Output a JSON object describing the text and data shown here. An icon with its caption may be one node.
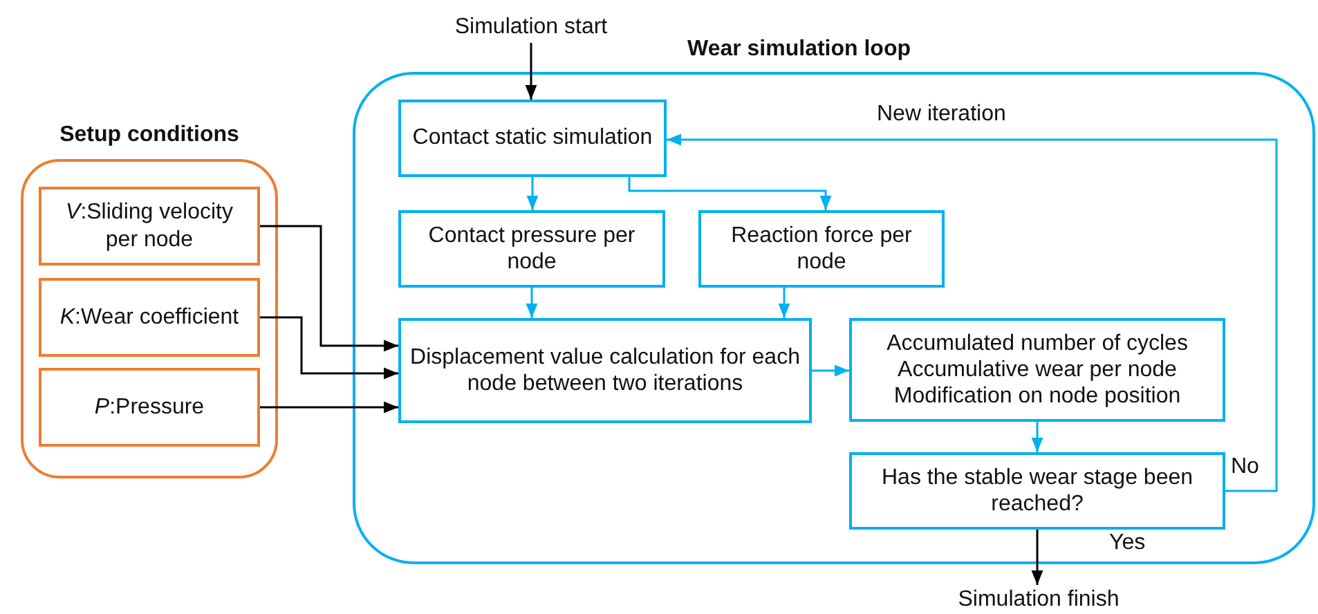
{
  "diagram": {
    "nodes": [
      {
        "text": [
          "Setup conditions"
        ]
      },
      {
        "text": [
          "*V*:Sliding velocity per node"
        ],
        "in": 0
      },
      {
        "text": [
          "*K*:Wear coefficient"
        ],
        "in": 0
      },
      {
        "text": [
          "*P*:Pressure"
        ],
        "in": 0
      },
      {
        "text": [
          "Wear simulation loop"
        ]
      },
      {
        "text": [
          "Simulation start"
        ]
      },
      {
        "text": [
          "Contact static simulation"
        ],
        "in": 4
      },
      {
        "text": [
          "Contact pressure per node"
        ],
        "in": 4
      },
      {
        "text": [
          "Reaction force per node"
        ],
        "in": 4
      },
      {
        "text": [
          "Displacement value calculation for each node between two iterations"
        ],
        "in": 4
      },
      {
        "text": [
          "Accumulated number of cycles",
          "Accumulative wear per node",
          "Modification on node position"
        ],
        "in": 4
      },
      {
        "text": [
          "Has the stable wear stage been reached?"
        ],
        "in": 4
      },
      {
        "text": [
          "Simulation finish"
        ]
      }
    ],
    "edges": [
      {
        "from": 5,
        "to": 6,
        "arrow": "to",
        "color": "#000000"
      },
      {
        "from": 1,
        "to": 9,
        "arrow": "to",
        "color": "#000000"
      },
      {
        "from": 2,
        "to": 9,
        "arrow": "to",
        "color": "#000000"
      },
      {
        "from": 3,
        "to": 9,
        "arrow": "to",
        "color": "#000000"
      },
      {
        "from": 6,
        "to": 7,
        "arrow": "to"
      },
      {
        "from": 6,
        "to": 8,
        "arrow": "to"
      },
      {
        "from": 7,
        "to": 9,
        "arrow": "to"
      },
      {
        "from": 8,
        "to": 9,
        "arrow": "to"
      },
      {
        "from": 9,
        "to": 10,
        "arrow": "to"
      },
      {
        "from": 10,
        "to": 11,
        "arrow": "to"
      },
      {
        "from": 11,
        "to": 6,
        "arrow": "to",
        "label": "No"
      },
      {
        "from": 11,
        "to": 12,
        "arrow": "to",
        "label": "Yes",
        "color": "#000000"
      }
    ],
    "labels": [
      "New iteration"
    ]
  }
}
